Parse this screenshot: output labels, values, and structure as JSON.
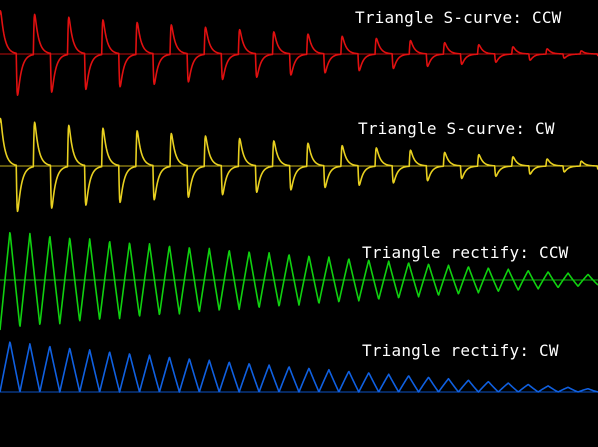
{
  "chart_data": {
    "type": "line",
    "background": "#000000",
    "series": [
      {
        "name": "Triangle S-curve: CCW",
        "color": "#e01010",
        "shape": "s-curve",
        "cycles": 17.5,
        "amplitude_start": 1.0,
        "amplitude_end": 0.05,
        "ylim": [
          -1.1,
          1.1
        ]
      },
      {
        "name": "Triangle S-curve: CW",
        "color": "#e8d020",
        "shape": "s-curve",
        "cycles": 17.5,
        "amplitude_start": 1.0,
        "amplitude_end": 0.08,
        "ylim": [
          -1.1,
          1.1
        ]
      },
      {
        "name": "Triangle rectify: CCW",
        "color": "#10d010",
        "shape": "triangle",
        "cycles": 30,
        "amplitude_start": 1.0,
        "amplitude_end": 0.1,
        "ylim": [
          -1.1,
          1.1
        ]
      },
      {
        "name": "Triangle rectify: CW",
        "color": "#1060e0",
        "shape": "rectified",
        "cycles": 30,
        "amplitude_start": 1.0,
        "amplitude_end": 0.05,
        "ylim": [
          0,
          1.1
        ]
      }
    ]
  }
}
